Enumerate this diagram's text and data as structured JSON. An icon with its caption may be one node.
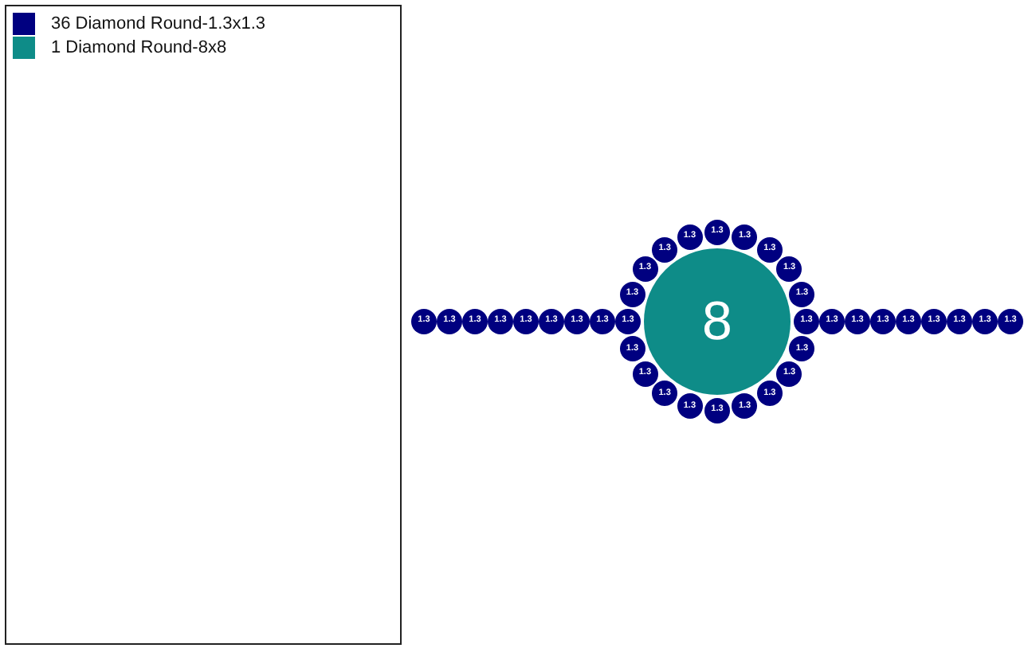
{
  "diagram": {
    "nodes": [
      {
        "text": [
          "1.3"
        ]
      },
      {
        "text": [
          "1.3"
        ]
      },
      {
        "text": [
          "1.3"
        ]
      },
      {
        "text": [
          "1.3"
        ]
      },
      {
        "text": [
          "1.3"
        ]
      },
      {
        "text": [
          "1.3"
        ]
      },
      {
        "text": [
          "1.3"
        ]
      },
      {
        "text": [
          "1.3"
        ]
      },
      {
        "text": [
          "1.3"
        ]
      },
      {
        "text": [
          "1.3"
        ]
      },
      {
        "text": [
          "1.3"
        ]
      },
      {
        "text": [
          "1.3"
        ]
      },
      {
        "text": [
          "1.3"
        ]
      },
      {
        "text": [
          "1.3"
        ]
      },
      {
        "text": [
          "1.3"
        ]
      },
      {
        "text": [
          "1.3"
        ]
      },
      {
        "text": [
          "1.3"
        ]
      },
      {
        "text": [
          "1.3"
        ]
      },
      {
        "text": [
          "1.3"
        ]
      },
      {
        "text": [
          "1.3"
        ]
      },
      {
        "text": [
          "1.3"
        ]
      },
      {
        "text": [
          "1.3"
        ]
      },
      {
        "text": [
          "1.3"
        ]
      },
      {
        "text": [
          "1.3"
        ]
      },
      {
        "text": [
          "1.3"
        ]
      },
      {
        "text": [
          "1.3"
        ]
      },
      {
        "text": [
          "1.3"
        ]
      },
      {
        "text": [
          "1.3"
        ]
      },
      {
        "text": [
          "8"
        ]
      },
      {
        "text": [
          "1.3"
        ]
      },
      {
        "text": [
          "1.3"
        ]
      },
      {
        "text": [
          "1.3"
        ]
      },
      {
        "text": [
          "1.3"
        ]
      },
      {
        "text": [
          "1.3"
        ]
      },
      {
        "text": [
          "1.3"
        ]
      },
      {
        "text": [
          "1.3"
        ]
      },
      {
        "text": [
          "1.3"
        ]
      }
    ],
    "legend": [
      {
        "text": "36 Diamond Round-1.3x1.3",
        "color": "#000080"
      },
      {
        "text": "1 Diamond Round-8x8",
        "color": "#0e8c88"
      }
    ]
  }
}
